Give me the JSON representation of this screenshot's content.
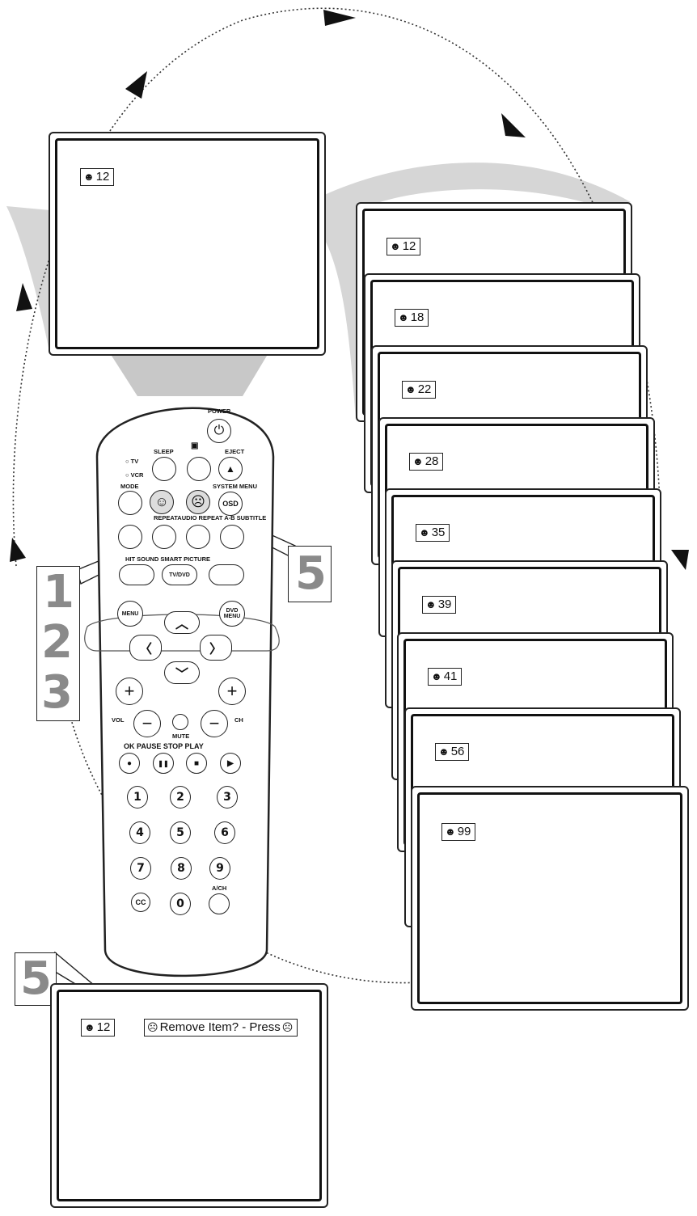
{
  "top_screen": {
    "icon": "smiley-icon",
    "channel": "12"
  },
  "channel_stack": [
    {
      "channel": "12"
    },
    {
      "channel": "18"
    },
    {
      "channel": "22"
    },
    {
      "channel": "28"
    },
    {
      "channel": "35"
    },
    {
      "channel": "39"
    },
    {
      "channel": "41"
    },
    {
      "channel": "56"
    },
    {
      "channel": "99"
    }
  ],
  "bottom_screen": {
    "channel": "12",
    "message": "Remove Item? - Press"
  },
  "steps": {
    "left_a": "1",
    "left_b": "2",
    "left_c": "3",
    "right": "5",
    "bottom": "5"
  },
  "remote": {
    "power": "POWER",
    "sleep": "SLEEP",
    "eject": "EJECT",
    "tv": "TV",
    "vcr": "VCR",
    "mode": "MODE",
    "system_menu": "SYSTEM MENU",
    "osd": "OSD",
    "repeat_row": "REPEATAUDIO REPEAT A-B SUBTITLE",
    "sound_row": "HIT SOUND SMART PICTURE",
    "tvdvd": "TV/DVD",
    "menu": "MENU",
    "dvd_menu": "DVD MENU",
    "vol": "VOL",
    "ch": "CH",
    "mute": "MUTE",
    "transport": "OK PAUSE STOP PLAY",
    "digits": [
      "1",
      "2",
      "3",
      "4",
      "5",
      "6",
      "7",
      "8",
      "9",
      "0"
    ],
    "cc": "CC",
    "ach": "A/CH"
  }
}
